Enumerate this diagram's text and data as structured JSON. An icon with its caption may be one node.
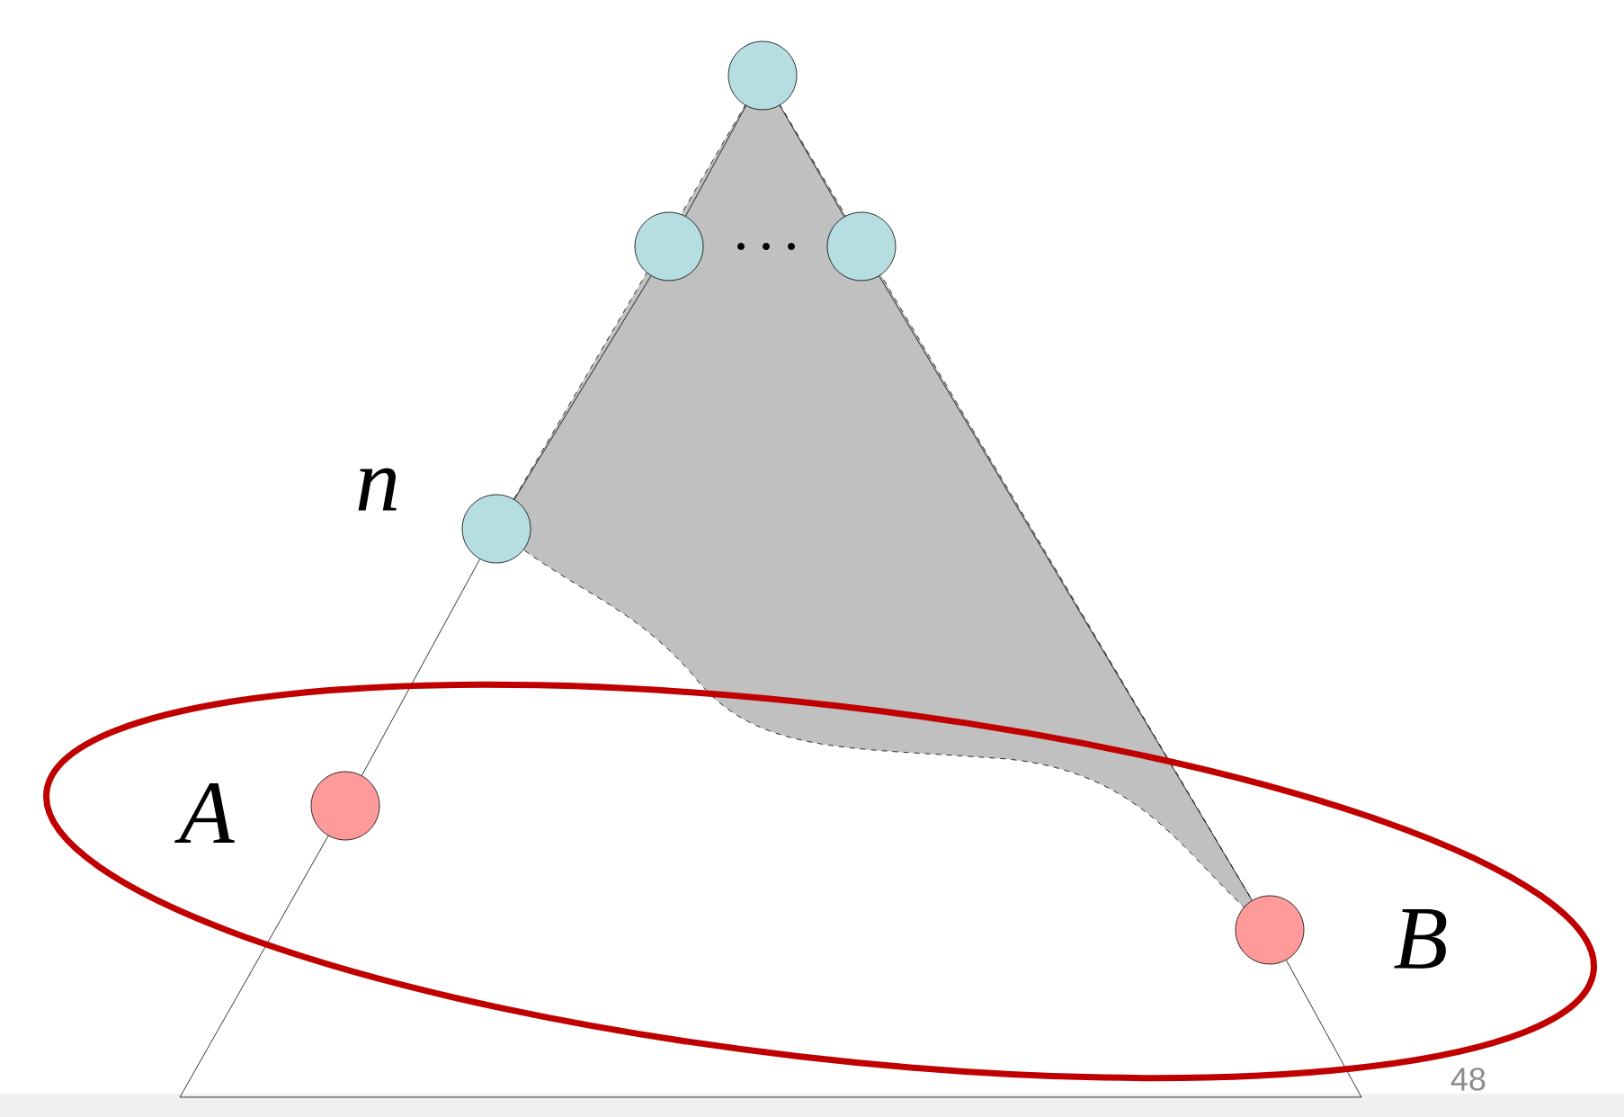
{
  "diagram": {
    "nodes": [
      {
        "text": [],
        "shape": "circle"
      },
      {
        "text": [],
        "shape": "circle"
      },
      {
        "text": [],
        "shape": "circle"
      },
      {
        "text": [],
        "shape": "circle",
        "beside": [
          "n"
        ]
      },
      {
        "text": [],
        "shape": "circle",
        "beside": [
          "A"
        ]
      },
      {
        "text": [],
        "shape": "circle",
        "beside": [
          "B"
        ]
      }
    ],
    "edges": [
      {
        "from": 0,
        "to": 1,
        "arrow": "none"
      },
      {
        "from": 1,
        "to": 3,
        "arrow": "none"
      },
      {
        "from": 3,
        "to": 4,
        "arrow": "none"
      },
      {
        "from": 0,
        "to": 2,
        "arrow": "none"
      },
      {
        "from": 2,
        "to": 5,
        "arrow": "none"
      }
    ],
    "labels": [
      "48"
    ]
  }
}
